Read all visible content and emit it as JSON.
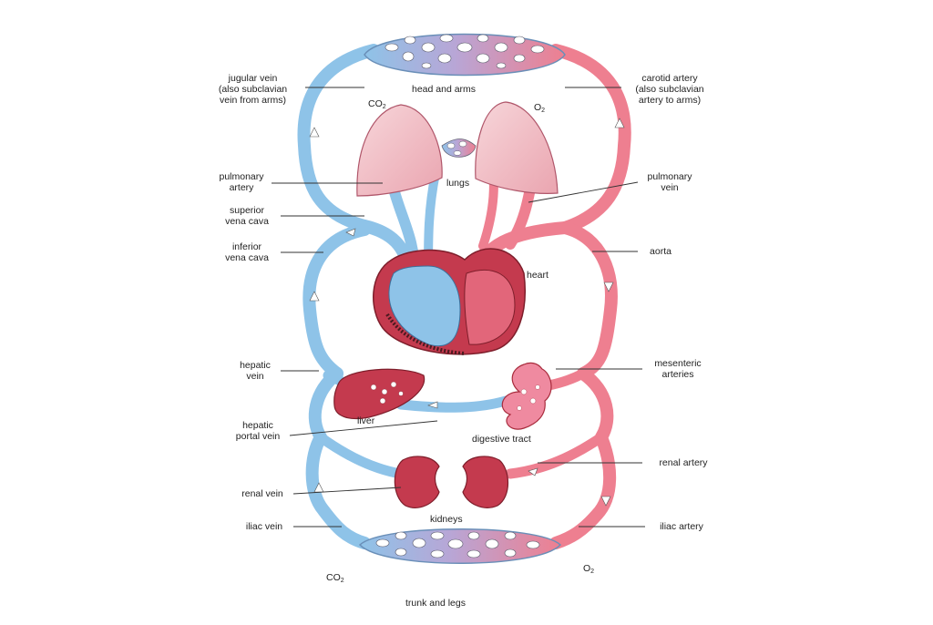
{
  "colors": {
    "venous": "#8ec3e8",
    "venous_dark": "#5e9fd0",
    "arterial": "#ee7f90",
    "arterial_dark": "#d9566c",
    "organ": "#d8485c",
    "organ_dark": "#a82b3c",
    "lung": "#f2c2c8",
    "line": "#333333"
  },
  "labels_left": {
    "jugular_vein": [
      "jugular vein",
      "(also subclavian",
      "vein from arms)"
    ],
    "pulmonary_artery": [
      "pulmonary",
      "artery"
    ],
    "superior_vena_cava": [
      "superior",
      "vena cava"
    ],
    "inferior_vena_cava": [
      "inferior",
      "vena cava"
    ],
    "hepatic_vein": [
      "hepatic",
      "vein"
    ],
    "hepatic_portal_vein": [
      "hepatic",
      "portal vein"
    ],
    "renal_vein": [
      "renal vein"
    ],
    "iliac_vein": [
      "iliac vein"
    ]
  },
  "labels_right": {
    "carotid_artery": [
      "carotid artery",
      "(also subclavian",
      "artery to arms)"
    ],
    "pulmonary_vein": [
      "pulmonary",
      "vein"
    ],
    "aorta": [
      "aorta"
    ],
    "mesenteric_arteries": [
      "mesenteric",
      "arteries"
    ],
    "renal_artery": [
      "renal artery"
    ],
    "iliac_artery": [
      "iliac artery"
    ]
  },
  "organ_labels": {
    "head_and_arms": "head and arms",
    "lungs": "lungs",
    "heart": "heart",
    "liver": "liver",
    "digestive_tract": "digestive tract",
    "kidneys": "kidneys",
    "trunk_and_legs": "trunk and legs"
  },
  "gas_labels": {
    "co2_top": "CO",
    "co2_top_sub": "2",
    "o2_top": "O",
    "o2_top_sub": "2",
    "co2_bottom": "CO",
    "co2_bottom_sub": "2",
    "o2_bottom": "O",
    "o2_bottom_sub": "2"
  }
}
